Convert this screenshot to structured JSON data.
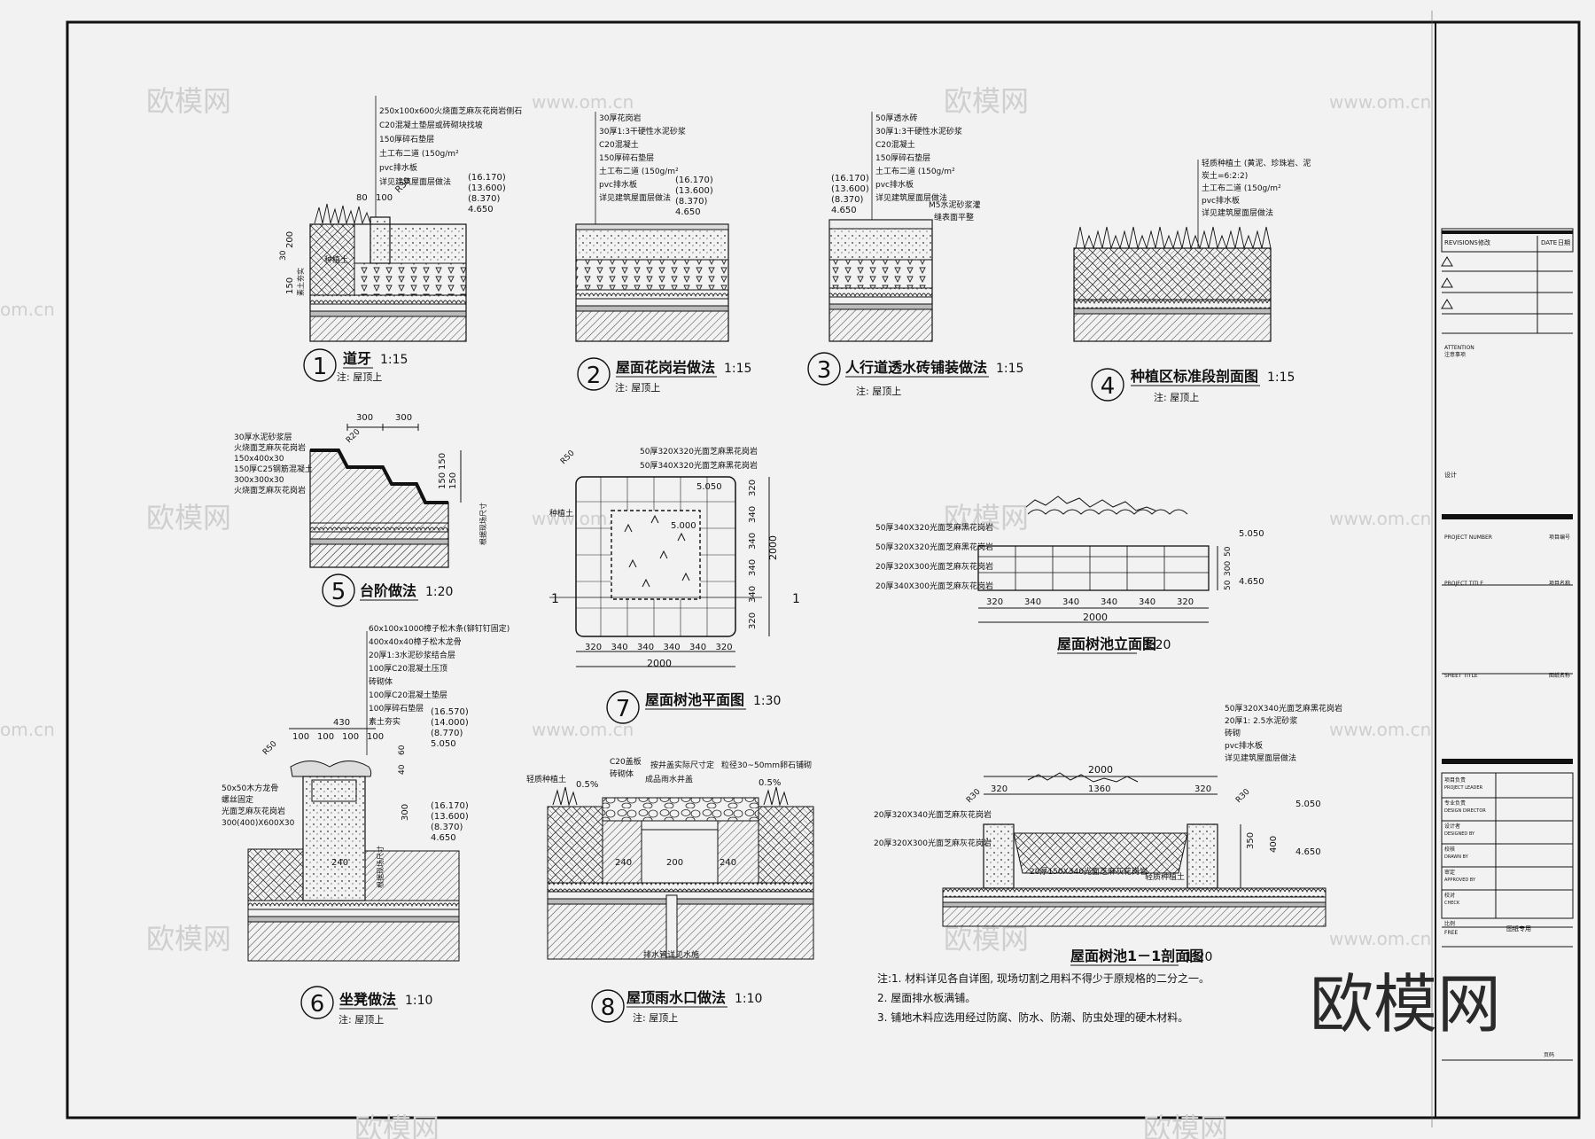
{
  "watermark": {
    "brand": "欧模网",
    "site": "www.om.cn",
    "site_short": "om.cn"
  },
  "big_watermark": "欧模网",
  "details": [
    {
      "no": "1",
      "title": "道牙",
      "scale": "1:15",
      "note": "注: 屋顶上",
      "layers": [
        "250x100x600火烧面芝麻灰花岗岩侧石",
        "C20混凝土垫层或砖砌块找坡",
        "150厚碎石垫层",
        "土工布二道 (150g/m²",
        "pvc排水板",
        "详见建筑屋面层做法"
      ],
      "elev": [
        "(16.170)",
        "(13.600)",
        "(8.370)",
        "4.650"
      ],
      "dims": [
        "80",
        "100",
        "R30",
        "30",
        "200",
        "150",
        "素土夯实",
        "种植土"
      ]
    },
    {
      "no": "2",
      "title": "屋面花岗岩做法",
      "scale": "1:15",
      "note": "注: 屋顶上",
      "layers": [
        "30厚花岗岩",
        "30厚1:3干硬性水泥砂浆",
        "C20混凝土",
        "150厚碎石垫层",
        "土工布二道 (150g/m²",
        "pvc排水板",
        "详见建筑屋面层做法"
      ],
      "elev": [
        "(16.170)",
        "(13.600)",
        "(8.370)",
        "4.650"
      ]
    },
    {
      "no": "3",
      "title": "人行道透水砖铺装做法",
      "scale": "1:15",
      "note": "注: 屋顶上",
      "layers": [
        "50厚透水砖",
        "30厚1:3干硬性水泥砂浆",
        "C20混凝土",
        "150厚碎石垫层",
        "土工布二道 (150g/m²",
        "pvc排水板",
        "详见建筑屋面层做法"
      ],
      "elev": [
        "(16.170)",
        "(13.600)",
        "(8.370)",
        "4.650"
      ],
      "extra": [
        "M5水泥砂浆灌",
        "缝表面平整"
      ]
    },
    {
      "no": "4",
      "title": "种植区标准段剖面图",
      "scale": "1:15",
      "note": "注: 屋顶上",
      "layers": [
        "轻质种植土 (黄泥、珍珠岩、泥",
        "炭土=6:2:2)",
        "土工布二道 (150g/m²",
        "pvc排水板",
        "详见建筑屋面层做法"
      ]
    },
    {
      "no": "5",
      "title": "台阶做法",
      "scale": "1:20",
      "layers": [
        "30厚水泥砂浆层",
        "火烧面芝麻灰花岗岩",
        "150x400x30",
        "150厚C25钢筋混凝土",
        "300x300x30",
        "火烧面芝麻灰花岗岩"
      ],
      "dims": [
        "300",
        "300",
        "R20",
        "150",
        "150",
        "150",
        "根据现场尺寸"
      ]
    },
    {
      "no": "6",
      "title": "坐凳做法",
      "scale": "1:10",
      "note": "注: 屋顶上",
      "layers": [
        "60x100x1000樟子松木条(铆钉钉固定)",
        "400x40x40樟子松木龙骨",
        "20厚1:3水泥砂浆结合层",
        "100厚C20混凝土压顶",
        "砖砌体",
        "100厚C20混凝土垫层",
        "100厚碎石垫层",
        "素土夯实"
      ],
      "elev": [
        "(16.570)",
        "(14.000)",
        "(8.770)",
        "5.050",
        "(16.170)",
        "(13.600)",
        "(8.370)",
        "4.650"
      ],
      "dims": [
        "430",
        "100",
        "100",
        "100",
        "100",
        "R50",
        "40",
        "60",
        "300",
        "240",
        "50x50木方龙骨",
        "螺丝固定",
        "光面芝麻灰花岗岩",
        "300(400)X600X30",
        "根据现场尺寸"
      ]
    },
    {
      "no": "7",
      "title": "屋面树池平面图",
      "scale": "1:30",
      "labels": [
        "50厚320X320光面芝麻黑花岗岩",
        "50厚340X320光面芝麻黑花岗岩",
        "种植土",
        "R50",
        "5.050",
        "5.000",
        "1",
        "1"
      ],
      "dims_bottom": [
        "320",
        "340",
        "340",
        "340",
        "340",
        "320"
      ],
      "total": "2000",
      "dims_side": [
        "320",
        "340",
        "340",
        "340",
        "340",
        "320"
      ]
    },
    {
      "no": "8",
      "title": "屋顶雨水口做法",
      "scale": "1:10",
      "note": "注: 屋顶上",
      "labels": [
        "轻质种植土",
        "C20盖板",
        "砖砌体",
        "按井盖实际尺寸定",
        "成品雨水井盖",
        "粒径30~50mm卵石铺砌",
        "0.5%",
        "0.5%",
        "240",
        "200",
        "240",
        "排水管详见水施"
      ]
    },
    {
      "no": "elev",
      "title": "屋面树池立面图",
      "scale": "1:20",
      "labels": [
        "50厚340X320光面芝麻黑花岗岩",
        "50厚320X320光面芝麻黑花岗岩",
        "20厚320X300光面芝麻灰花岗岩",
        "20厚340X300光面芝麻灰花岗岩",
        "5.050",
        "4.650",
        "50",
        "300",
        "50"
      ],
      "dims_bottom": [
        "320",
        "340",
        "340",
        "340",
        "340",
        "320"
      ],
      "total": "2000"
    },
    {
      "no": "sec",
      "title": "屋面树池1－1剖面图",
      "scale": "1:20",
      "labels": [
        "50厚320X340光面芝麻黑花岗岩",
        "20厚1: 2.5水泥砂浆",
        "砖砌",
        "pvc排水板",
        "详见建筑屋面层做法",
        "20厚320X340光面芝麻灰花岗岩",
        "20厚320X300光面芝麻灰花岗岩",
        "20厚150X340光面芝麻灰花岗岩",
        "轻质种植土",
        "R30",
        "R30",
        "5.050",
        "4.650",
        "350",
        "400",
        "2000",
        "320",
        "1360",
        "320"
      ]
    }
  ],
  "general_notes": [
    "注:1. 材料详见各自详图, 现场切割之用料不得少于原规格的二分之一。",
    "2. 屋面排水板满铺。",
    "3. 铺地木料应选用经过防腐、防水、防潮、防虫处理的硬木材料。"
  ],
  "title_block": {
    "revisions_label": "REVISIONS",
    "revisions_cn": "修改",
    "date_label": "DATE",
    "date_cn": "日期",
    "attention": "ATTENTION",
    "attention_cn": "注意事项",
    "design_cn": "设计",
    "project_number": "PROJECT NUMBER",
    "project_number_cn": "项目编号",
    "project_title": "PROJECT TITLE",
    "project_title_cn": "项目名称",
    "sheet_title": "SHEET TITLE",
    "sheet_title_cn": "图纸名称",
    "roles": [
      [
        "项目负责",
        "PROJECT LEADER"
      ],
      [
        "专业负责",
        "DESIGN DIRECTOR"
      ],
      [
        "设计者",
        "DESIGNED BY"
      ],
      [
        "校核",
        "DRAWN BY"
      ],
      [
        "审定",
        "APPROVED BY"
      ],
      [
        "校对",
        "CHECK"
      ]
    ],
    "scale_cn": "比例",
    "scale_val": "FREE",
    "stamp": "图纸专用",
    "page_cn": "页码"
  }
}
